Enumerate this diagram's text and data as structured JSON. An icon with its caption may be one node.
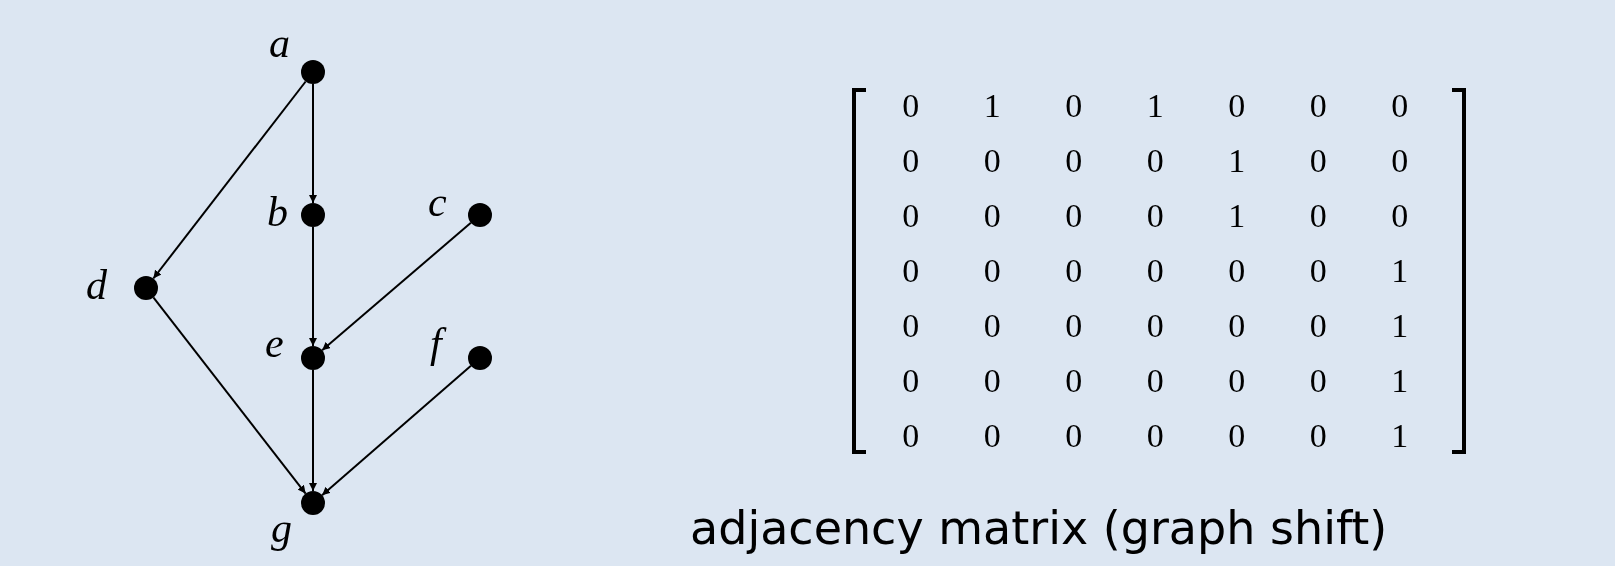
{
  "diagram": {
    "caption": "adjacency matrix (graph shift)",
    "nodes": [
      {
        "text": [
          "a"
        ]
      },
      {
        "text": [
          "b"
        ]
      },
      {
        "text": [
          "c"
        ]
      },
      {
        "text": [
          "d"
        ]
      },
      {
        "text": [
          "e"
        ]
      },
      {
        "text": [
          "f"
        ]
      },
      {
        "text": [
          "g"
        ]
      }
    ],
    "edges": [
      {
        "from": 0,
        "to": 1,
        "arrow": "to"
      },
      {
        "from": 0,
        "to": 3,
        "arrow": "to"
      },
      {
        "from": 1,
        "to": 4,
        "arrow": "to"
      },
      {
        "from": 2,
        "to": 4,
        "arrow": "to"
      },
      {
        "from": 3,
        "to": 6,
        "arrow": "to"
      },
      {
        "from": 4,
        "to": 6,
        "arrow": "to"
      },
      {
        "from": 5,
        "to": 6,
        "arrow": "to"
      }
    ],
    "labels": [
      "0",
      "1",
      "0",
      "1",
      "0",
      "0",
      "0",
      "0",
      "0",
      "0",
      "0",
      "1",
      "0",
      "0",
      "0",
      "0",
      "0",
      "0",
      "1",
      "0",
      "0",
      "0",
      "0",
      "0",
      "0",
      "0",
      "0",
      "1",
      "0",
      "0",
      "0",
      "0",
      "0",
      "0",
      "1",
      "0",
      "0",
      "0",
      "0",
      "0",
      "0",
      "1",
      "0",
      "0",
      "0",
      "0",
      "0",
      "0",
      "1"
    ]
  }
}
